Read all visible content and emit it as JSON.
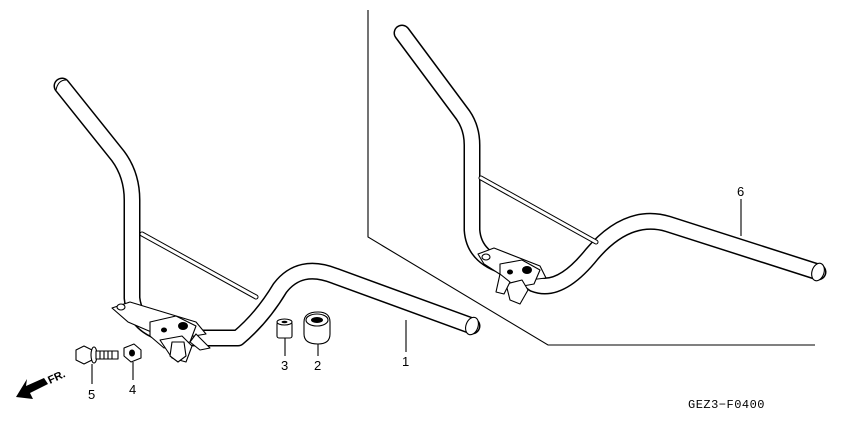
{
  "diagram": {
    "code": "GEZ3−F0400",
    "front_arrow_label": "FR.",
    "callouts": [
      {
        "id": "c1",
        "label": "1"
      },
      {
        "id": "c2",
        "label": "2"
      },
      {
        "id": "c3",
        "label": "3"
      },
      {
        "id": "c4",
        "label": "4"
      },
      {
        "id": "c5",
        "label": "5"
      },
      {
        "id": "c6",
        "label": "6"
      }
    ]
  }
}
